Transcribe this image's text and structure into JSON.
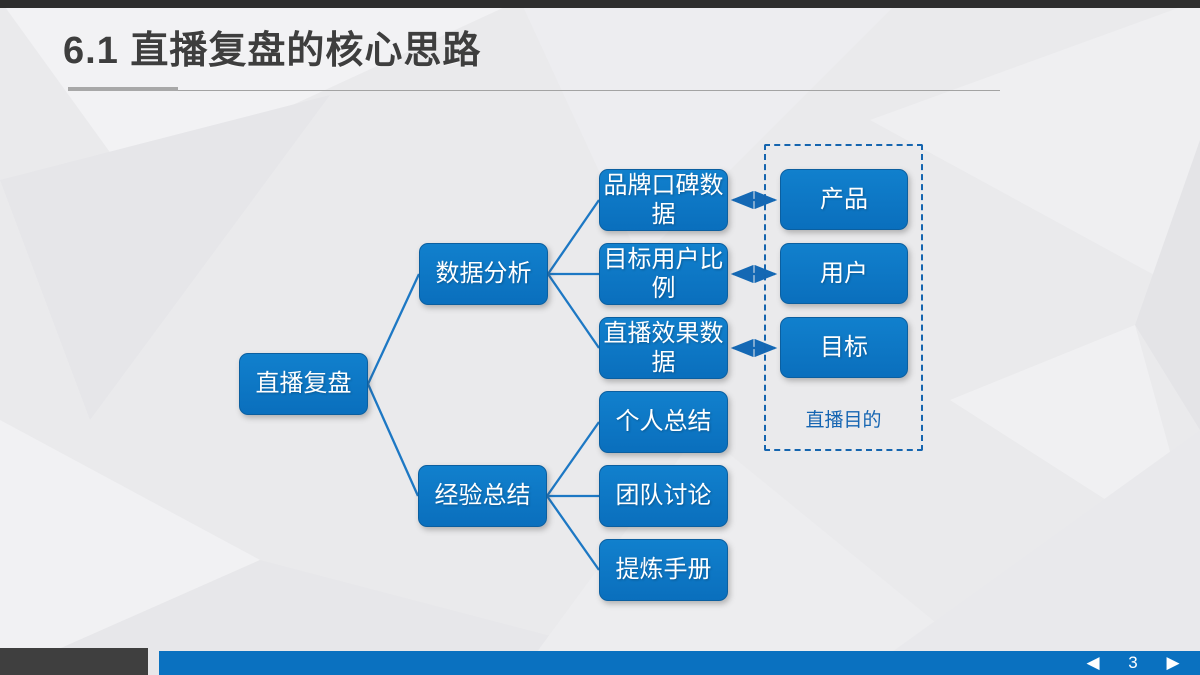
{
  "slide_title": "6.1 直播复盘的核心思路",
  "diagram": {
    "root": {
      "label": "直播复盘"
    },
    "branches": [
      {
        "label": "数据分析",
        "children": [
          "品牌口碑数据",
          "目标用户比例",
          "直播效果数据"
        ]
      },
      {
        "label": "经验总结",
        "children": [
          "个人总结",
          "团队讨论",
          "提炼手册"
        ]
      }
    ],
    "purpose": {
      "caption": "直播目的",
      "items": [
        "产品",
        "用户",
        "目标"
      ]
    }
  },
  "footer": {
    "page_number": "3",
    "prev_icon": "◀",
    "next_icon": "▶"
  },
  "colors": {
    "node_blue": "#0e76c3",
    "node_border": "#0b5fa0",
    "connector_blue": "#1d78c4",
    "dashed_border_blue": "#1565af",
    "purpose_caption_blue": "#1565b2",
    "footer_bar_blue": "#0a71c0",
    "footer_block_dark": "#3f3f3f",
    "top_strip_dark": "#2e2e2e",
    "title_gray": "#3e3e3e"
  }
}
